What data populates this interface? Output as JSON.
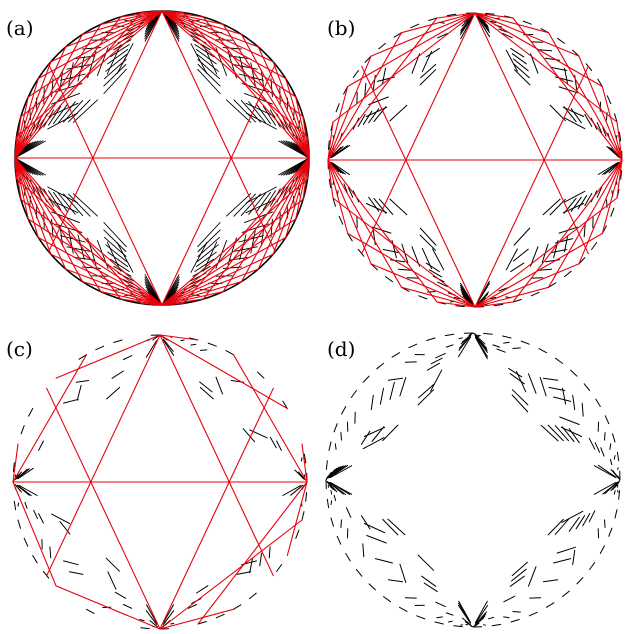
{
  "figure": {
    "panels": [
      {
        "id": "a",
        "label": "(a)",
        "style": "full",
        "show_red": true
      },
      {
        "id": "b",
        "label": "(b)",
        "style": "sparse",
        "show_red": true
      },
      {
        "id": "c",
        "label": "(c)",
        "style": "very-sparse",
        "show_red": true
      },
      {
        "id": "d",
        "label": "(d)",
        "style": "sparse",
        "show_red": false
      }
    ],
    "colors": {
      "black": "#000000",
      "red": "#e8000b"
    }
  }
}
